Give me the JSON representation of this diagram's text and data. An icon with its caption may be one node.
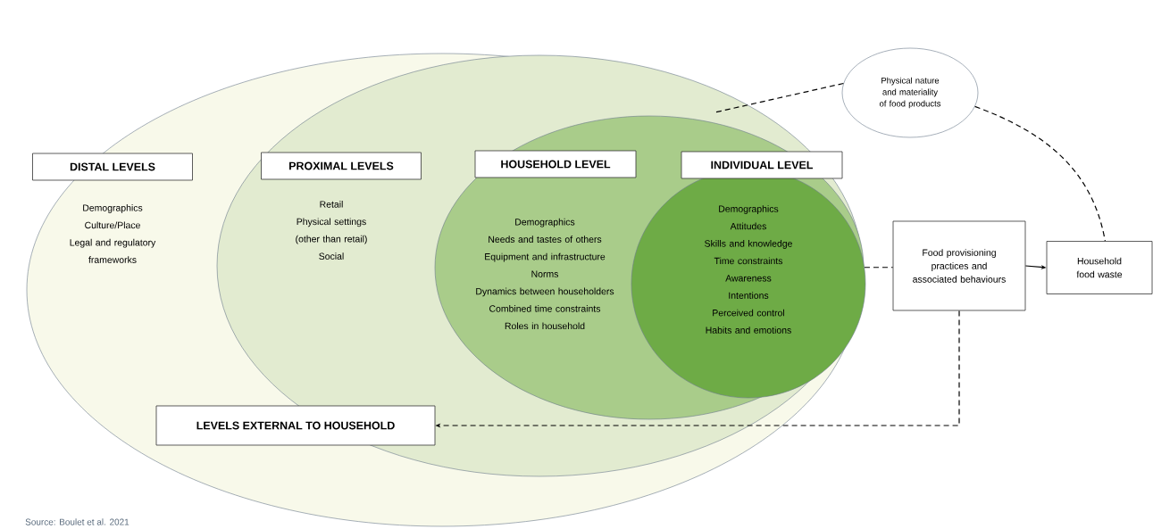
{
  "diagram": {
    "nodes": [
      {
        "text": [
          "Demographics",
          "Culture/Place",
          "Legal and regulatory frameworks"
        ]
      },
      {
        "text": [
          "DISTAL LEVELS"
        ],
        "in": 0
      },
      {
        "text": [
          "Retail",
          "Physical settings (other than retail)",
          "Social"
        ],
        "in": 0
      },
      {
        "text": [
          "PROXIMAL LEVELS"
        ],
        "in": 2
      },
      {
        "text": [
          "Demographics",
          "Needs and tastes of others",
          "Equipment and infrastructure",
          "Norms",
          "Dynamics between householders",
          "Combined time constraints",
          "Roles in household"
        ],
        "in": 2
      },
      {
        "text": [
          "HOUSEHOLD LEVEL"
        ],
        "in": 4
      },
      {
        "text": [
          "Demographics",
          "Attitudes",
          "Skills and knowledge",
          "Time constraints",
          "Awareness",
          "Intentions",
          "Perceived control",
          "Habits and emotions"
        ],
        "in": 4
      },
      {
        "text": [
          "INDIVIDUAL LEVEL"
        ],
        "in": 4
      },
      {
        "text": [
          "LEVELS EXTERNAL TO HOUSEHOLD"
        ],
        "in": 0
      },
      {
        "text": [
          "Physical nature and materiality of food products"
        ]
      },
      {
        "text": [
          "Food provisioning practices and associated behaviours"
        ]
      },
      {
        "text": [
          "Household food waste"
        ]
      }
    ],
    "edges": [
      {
        "from": 0,
        "to": 9,
        "arrow": "none",
        "style": "dashed"
      },
      {
        "from": 9,
        "to": 11,
        "arrow": "none",
        "style": "dashed"
      },
      {
        "from": 6,
        "to": 10,
        "arrow": "none",
        "style": "dashed"
      },
      {
        "from": 10,
        "to": 11,
        "arrow": "to"
      },
      {
        "from": 10,
        "to": 8,
        "arrow": "to",
        "style": "dashed"
      }
    ],
    "labels": [
      "Source: Boulet et al. 2021"
    ]
  }
}
